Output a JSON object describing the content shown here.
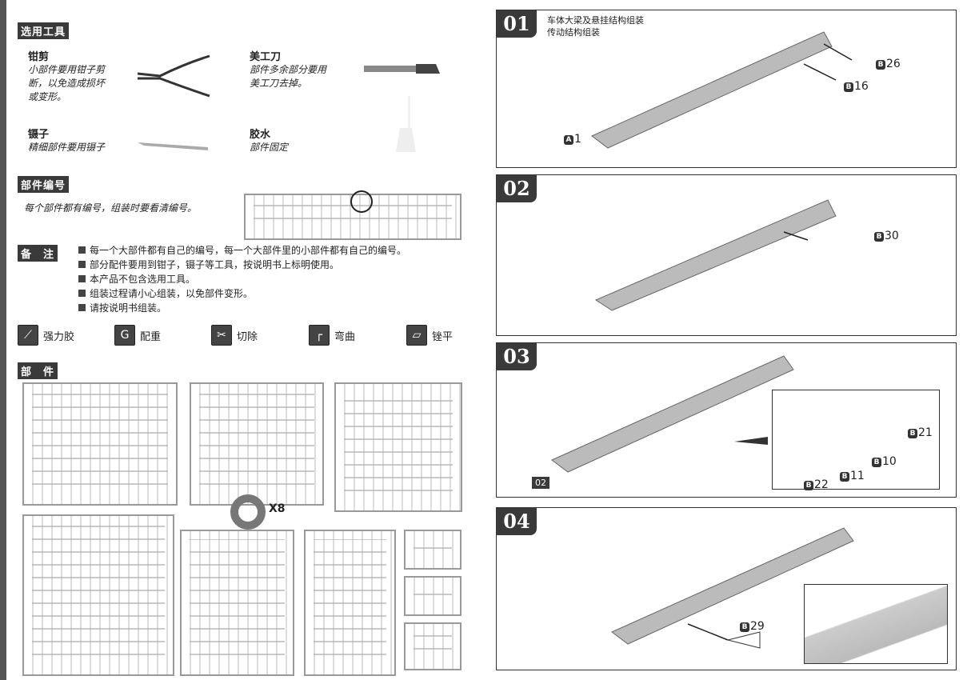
{
  "left_page": {
    "tools_header": "选用工具",
    "tools": [
      {
        "name": "钳剪",
        "desc": [
          "小部件要用钳子剪",
          "断，以免造成损坏",
          "或变形。"
        ]
      },
      {
        "name": "美工刀",
        "desc": [
          "部件多余部分要用",
          "美工刀去掉。"
        ]
      },
      {
        "name": "镊子",
        "desc": [
          "精细部件要用镊子"
        ]
      },
      {
        "name": "胶水",
        "desc": [
          "部件固定"
        ]
      }
    ],
    "part_number_header": "部件编号",
    "part_number_text": "每个部件都有编号，组装时要看清编号。",
    "notes_header": "备　注",
    "notes": [
      "每一个大部件都有自己的编号，每一个大部件里的小部件都有自己的编号。",
      "部分配件要用到钳子，镊子等工具，按说明书上标明使用。",
      "本产品不包含选用工具。",
      "组装过程请小心组装，以免部件变形。",
      "请按说明书组装。"
    ],
    "symbols": [
      {
        "icon": "glue-icon",
        "glyph": "⟋",
        "label": "强力胶"
      },
      {
        "icon": "weight-icon",
        "glyph": "G",
        "label": "配重"
      },
      {
        "icon": "cut-icon",
        "glyph": "✂",
        "label": "切除"
      },
      {
        "icon": "bend-icon",
        "glyph": "┌",
        "label": "弯曲"
      },
      {
        "icon": "file-icon",
        "glyph": "▱",
        "label": "锉平"
      }
    ],
    "parts_header": "部　件",
    "wheel_count": "X8"
  },
  "steps": [
    {
      "number": "01",
      "title": [
        "车体大梁及悬挂结构组装",
        "传动结构组装"
      ],
      "labels": [
        {
          "tag": "B",
          "num": "26"
        },
        {
          "tag": "B",
          "num": "16"
        },
        {
          "tag": "A",
          "num": "1"
        }
      ]
    },
    {
      "number": "02",
      "labels": [
        {
          "tag": "B",
          "num": "30"
        }
      ]
    },
    {
      "number": "03",
      "ref": "02",
      "labels": [
        {
          "tag": "B",
          "num": "21"
        },
        {
          "tag": "B",
          "num": "10"
        },
        {
          "tag": "B",
          "num": "11"
        },
        {
          "tag": "B",
          "num": "22"
        }
      ]
    },
    {
      "number": "04",
      "labels": [
        {
          "tag": "B",
          "num": "29"
        }
      ]
    }
  ]
}
